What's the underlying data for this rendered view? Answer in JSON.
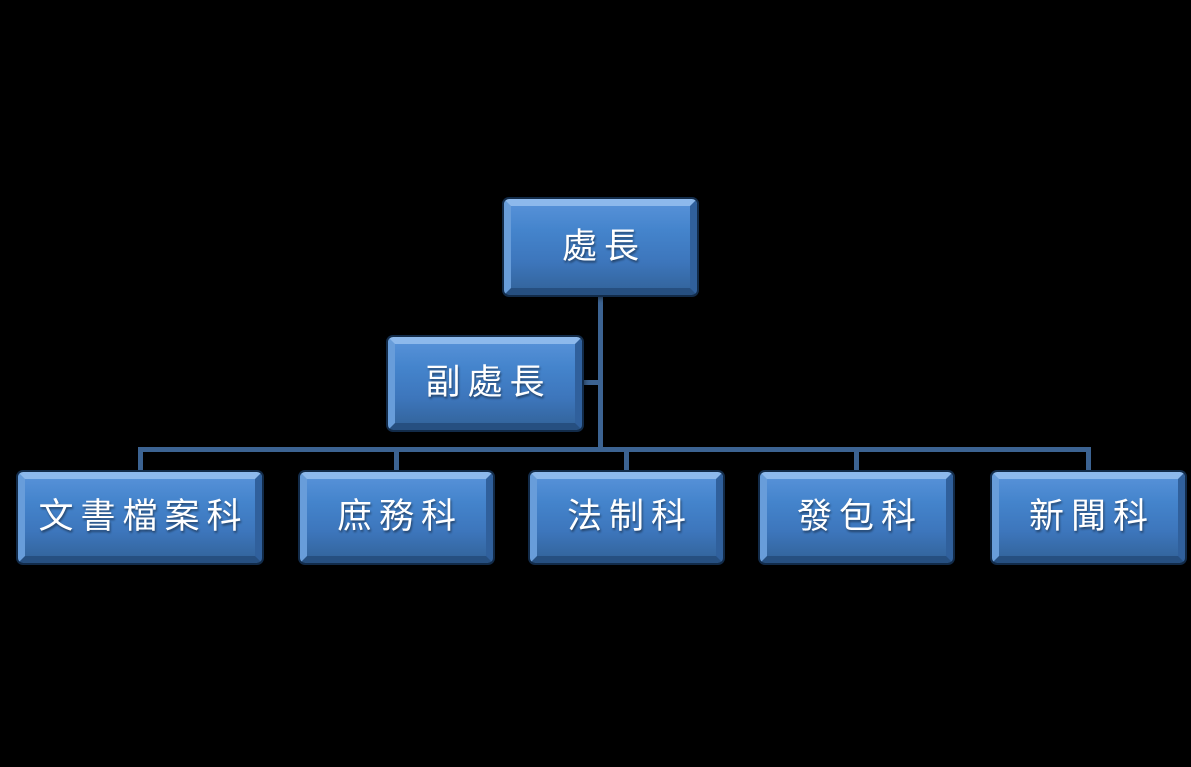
{
  "colors": {
    "background": "#000000",
    "box_fill": "#4080C8",
    "box_bevel_light": "#8DB9EC",
    "box_bevel_dark": "#264F80",
    "connector_line": "#3C6392",
    "text": "#FFFFFF"
  },
  "org_chart": {
    "type": "organization-chart",
    "director": {
      "label": "處長"
    },
    "deputy": {
      "label": "副處長"
    },
    "departments": [
      {
        "label": "文書檔案科"
      },
      {
        "label": "庶務科"
      },
      {
        "label": "法制科"
      },
      {
        "label": "發包科"
      },
      {
        "label": "新聞科"
      }
    ],
    "hierarchy": {
      "root": "處長",
      "assistant": "副處長",
      "children": [
        "文書檔案科",
        "庶務科",
        "法制科",
        "發包科",
        "新聞科"
      ]
    }
  }
}
